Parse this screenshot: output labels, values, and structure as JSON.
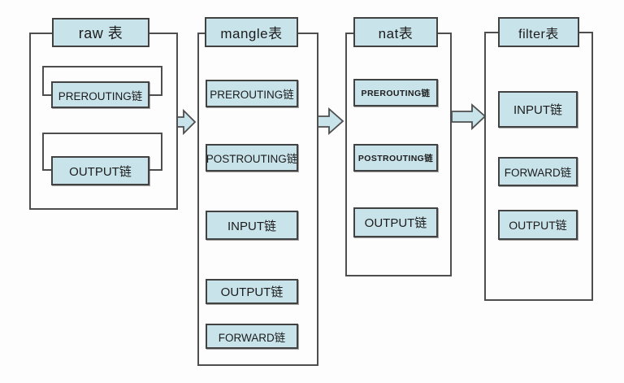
{
  "diagram": {
    "title": "iptables tables and chains packet flow",
    "colors": {
      "background": "#fdfdfd",
      "box_fill": "#c9e3ea",
      "box_border": "#424242",
      "frame_border": "#4e4e4e",
      "text": "#1c1c1c"
    },
    "tables": [
      {
        "title": "raw 表",
        "chains": [
          "PREROUTING链",
          "OUTPUT链"
        ]
      },
      {
        "title": "mangle表",
        "chains": [
          "PREROUTING链",
          "POSTROUTING链",
          "INPUT链",
          "OUTPUT链",
          "FORWARD链"
        ]
      },
      {
        "title": "nat表",
        "chains": [
          "PREROUTING链",
          "POSTROUTING链",
          "OUTPUT链"
        ]
      },
      {
        "title": "filter表",
        "chains": [
          "INPUT链",
          "FORWARD链",
          "OUTPUT链"
        ]
      }
    ],
    "arrows": [
      {
        "name": "raw-to-mangle"
      },
      {
        "name": "mangle-to-nat"
      },
      {
        "name": "nat-to-filter"
      }
    ]
  }
}
